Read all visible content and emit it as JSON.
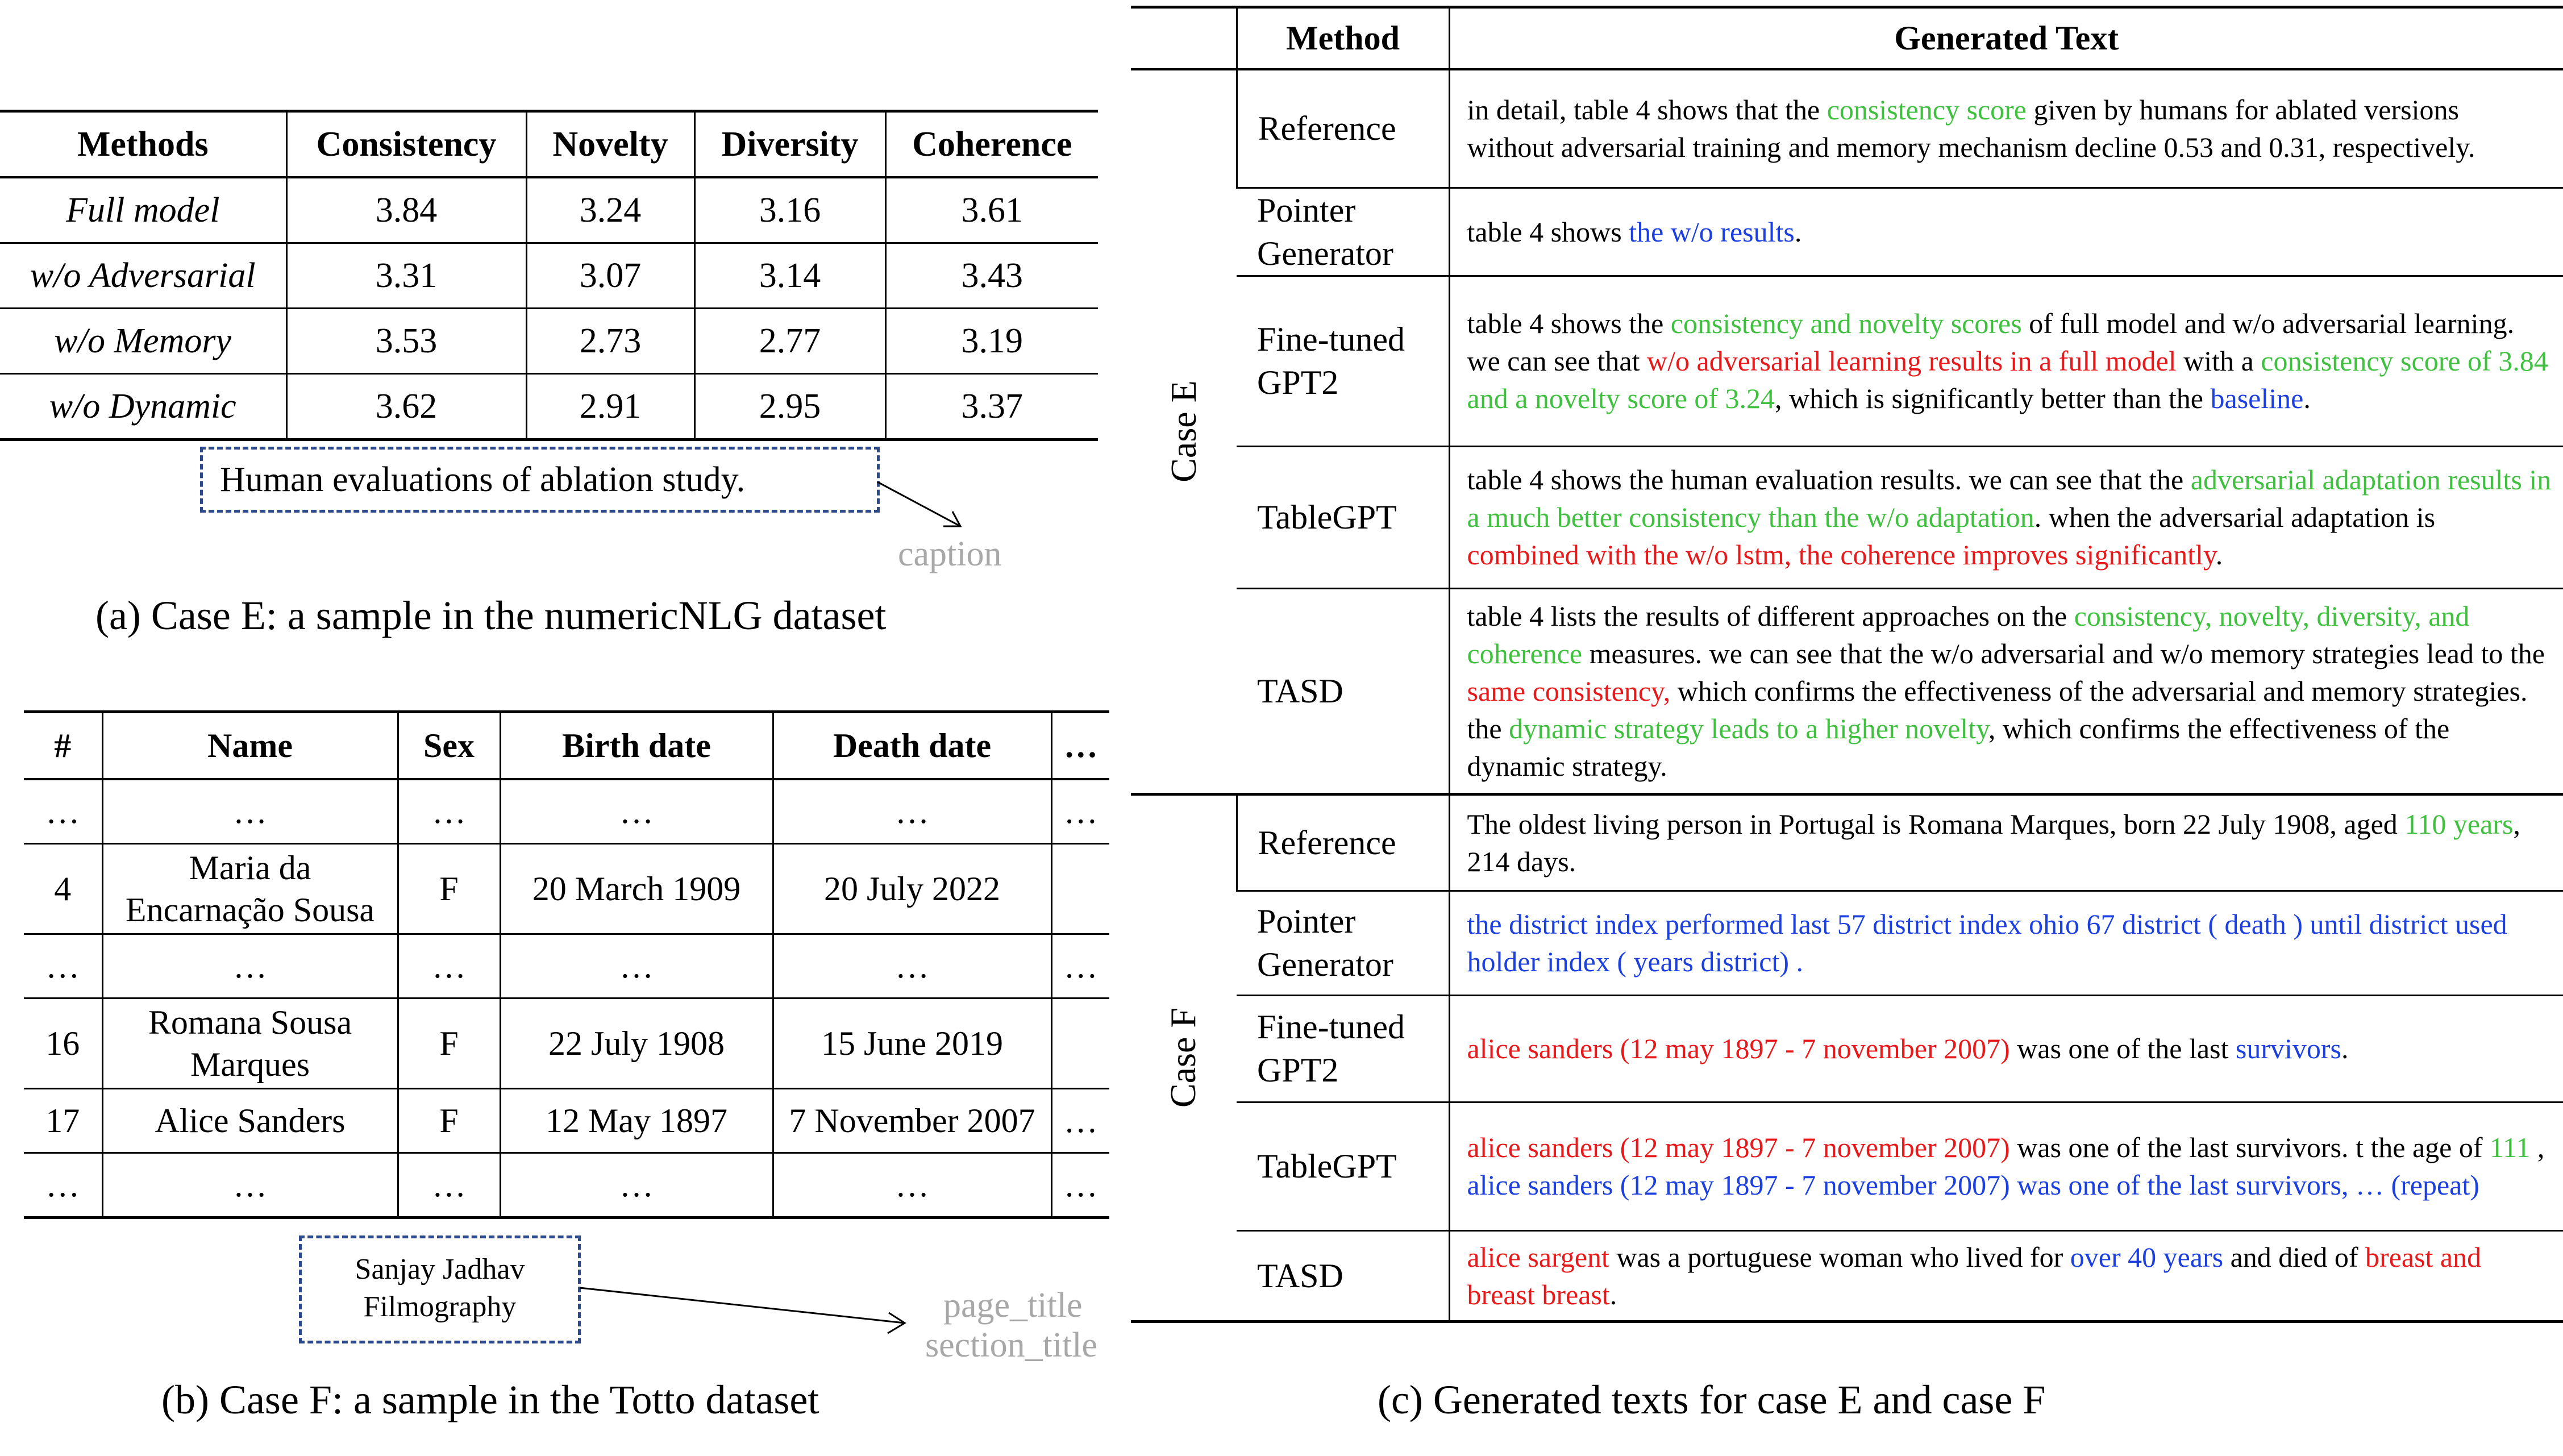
{
  "panel_a": {
    "headers": [
      "Methods",
      "Consistency",
      "Novelty",
      "Diversity",
      "Coherence"
    ],
    "rows": [
      [
        "Full model",
        "3.84",
        "3.24",
        "3.16",
        "3.61"
      ],
      [
        "w/o Adversarial",
        "3.31",
        "3.07",
        "3.14",
        "3.43"
      ],
      [
        "w/o Memory",
        "3.53",
        "2.73",
        "2.77",
        "3.19"
      ],
      [
        "w/o Dynamic",
        "3.62",
        "2.91",
        "2.95",
        "3.37"
      ]
    ],
    "caption_box": "Human evaluations of ablation study.",
    "caption_tag": "caption",
    "subcaption": "(a) Case E: a sample in the numericNLG dataset"
  },
  "panel_b": {
    "headers": [
      "#",
      "Name",
      "Sex",
      "Birth date",
      "Death date",
      "…"
    ],
    "rows": [
      [
        "…",
        "…",
        "…",
        "…",
        "…",
        "…"
      ],
      [
        "4",
        "Maria da Encarnação Sousa",
        "F",
        "20 March 1909",
        "20 July 2022",
        ""
      ],
      [
        "…",
        "…",
        "…",
        "…",
        "…",
        "…"
      ],
      [
        "16",
        "Romana Sousa Marques",
        "F",
        "22 July 1908",
        "15 June 2019",
        ""
      ],
      [
        "17",
        "Alice Sanders",
        "F",
        "12 May 1897",
        "7 November 2007",
        "…"
      ],
      [
        "…",
        "…",
        "…",
        "…",
        "…",
        "…"
      ]
    ],
    "title_box": [
      "Sanjay Jadhav",
      "Filmography"
    ],
    "tag_page_title": "page_title",
    "tag_section_title": "section_title",
    "subcaption": "(b) Case F: a sample in the Totto dataset"
  },
  "panel_c": {
    "headers": [
      "Method",
      "Generated Text"
    ],
    "groups": [
      {
        "label": "Case E",
        "rows": [
          {
            "method": "Reference",
            "segments": [
              {
                "t": "in detail, table 4 shows that the ",
                "c": "k"
              },
              {
                "t": "consistency score",
                "c": "g"
              },
              {
                "t": " given by humans for ablated versions without adversarial training and memory mechanism decline 0.53 and 0.31, respectively.",
                "c": "k"
              }
            ]
          },
          {
            "method": "Pointer Generator",
            "segments": [
              {
                "t": "table 4 shows ",
                "c": "k"
              },
              {
                "t": "the w/o results",
                "c": "b"
              },
              {
                "t": ".",
                "c": "k"
              }
            ]
          },
          {
            "method": "Fine-tuned GPT2",
            "segments": [
              {
                "t": "table 4 shows the ",
                "c": "k"
              },
              {
                "t": "consistency and novelty scores",
                "c": "g"
              },
              {
                "t": " of full model and w/o adversarial learning. we can see that ",
                "c": "k"
              },
              {
                "t": "w/o adversarial learning results in a full model",
                "c": "r"
              },
              {
                "t": " with a ",
                "c": "k"
              },
              {
                "t": "consistency score of 3.84 and a novelty score of 3.24",
                "c": "g"
              },
              {
                "t": ", which is significantly better than the ",
                "c": "k"
              },
              {
                "t": "baseline",
                "c": "b"
              },
              {
                "t": ".",
                "c": "k"
              }
            ]
          },
          {
            "method": "TableGPT",
            "segments": [
              {
                "t": "table 4 shows the human evaluation results. we can see that the ",
                "c": "k"
              },
              {
                "t": "adversarial adaptation results in a much better consistency than the w/o adaptation",
                "c": "g"
              },
              {
                "t": ". when the adversarial adaptation is ",
                "c": "k"
              },
              {
                "t": "combined with the w/o lstm, the coherence improves significantly",
                "c": "r"
              },
              {
                "t": ".",
                "c": "k"
              }
            ]
          },
          {
            "method": "TASD",
            "segments": [
              {
                "t": "table 4 lists the results of different approaches on the ",
                "c": "k"
              },
              {
                "t": "consistency, novelty, diversity, and coherence",
                "c": "g"
              },
              {
                "t": " measures. we can see that the w/o adversarial and w/o memory strategies lead to the ",
                "c": "k"
              },
              {
                "t": "same consistency,",
                "c": "r"
              },
              {
                "t": " which confirms the effectiveness of the adversarial and memory strategies. the ",
                "c": "k"
              },
              {
                "t": "dynamic strategy leads to a higher novelty",
                "c": "g"
              },
              {
                "t": ", which confirms the effectiveness of the dynamic strategy.",
                "c": "k"
              }
            ]
          }
        ]
      },
      {
        "label": "Case F",
        "rows": [
          {
            "method": "Reference",
            "segments": [
              {
                "t": "The oldest living person in Portugal is Romana Marques, born 22 July 1908, aged ",
                "c": "k"
              },
              {
                "t": "110 years",
                "c": "g"
              },
              {
                "t": ", 214 days.",
                "c": "k"
              }
            ]
          },
          {
            "method": "Pointer Generator",
            "segments": [
              {
                "t": "the district index performed last 57 district index ohio 67 district ( death ) until district used holder index ( years district) .",
                "c": "b"
              }
            ]
          },
          {
            "method": "Fine-tuned GPT2",
            "segments": [
              {
                "t": "alice sanders (12 may 1897 - 7 november 2007)",
                "c": "r"
              },
              {
                "t": " was one of the last ",
                "c": "k"
              },
              {
                "t": "survivors",
                "c": "b"
              },
              {
                "t": ".",
                "c": "k"
              }
            ]
          },
          {
            "method": "TableGPT",
            "segments": [
              {
                "t": "alice sanders (12 may 1897 - 7 november 2007)",
                "c": "r"
              },
              {
                "t": " was one of the last survivors.  t the age of ",
                "c": "k"
              },
              {
                "t": "111",
                "c": "g"
              },
              {
                "t": " , ",
                "c": "k"
              },
              {
                "t": "alice sanders (12 may 1897 - 7 november 2007) was one of the last survivors, … (repeat)",
                "c": "b"
              }
            ]
          },
          {
            "method": "TASD",
            "segments": [
              {
                "t": "alice sargent",
                "c": "r"
              },
              {
                "t": " was a portuguese woman who lived for ",
                "c": "k"
              },
              {
                "t": "over 40 years",
                "c": "b"
              },
              {
                "t": " and died of ",
                "c": "k"
              },
              {
                "t": "breast and breast breast",
                "c": "r"
              },
              {
                "t": ".",
                "c": "k"
              }
            ]
          }
        ]
      }
    ],
    "subcaption": "(c) Generated texts for case E and case F"
  },
  "colors": {
    "green": "#3fc03f",
    "red": "#e8191b",
    "blue": "#1c3fe0",
    "box_border": "#2c4a8c",
    "tag_gray": "#a8a8a8"
  }
}
